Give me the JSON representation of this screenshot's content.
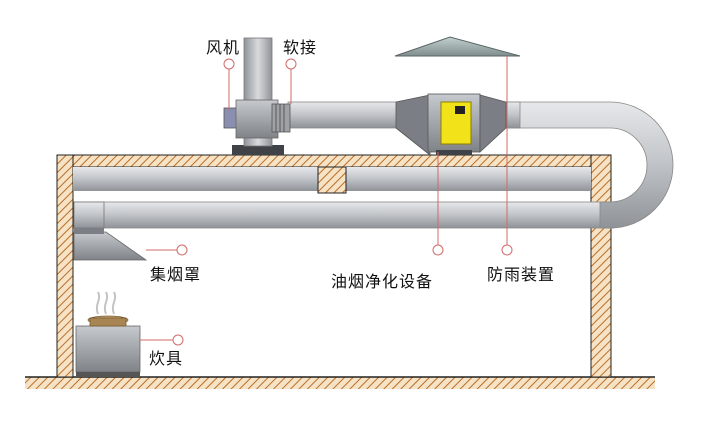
{
  "labels": {
    "fan": "风机",
    "soft_joint": "软接",
    "hood": "集烟罩",
    "purifier": "油烟净化设备",
    "rain_cover": "防雨装置",
    "stove": "炊具"
  },
  "colors": {
    "duct": "#b9bdc3",
    "duct_dark": "#8d9197",
    "wall_hatch": "#c8823a",
    "purifier_yellow": "#f2e21a",
    "purifier_body": "#8c9096",
    "cap": "#9aa7a6",
    "callout": "#d06a6a"
  },
  "icons": [
    "steam-icon"
  ]
}
